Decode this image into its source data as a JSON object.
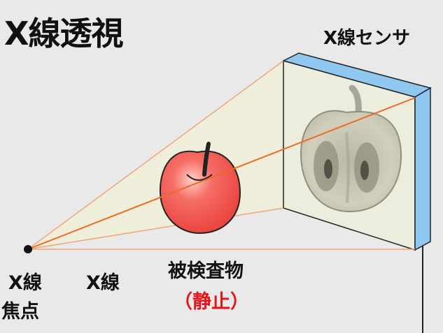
{
  "title": "X線透視",
  "sensor_label": "X線センサ",
  "focal_label_line1": "X線",
  "focal_label_line2": "焦点",
  "xray_label": "X線",
  "object_label": "被検査物",
  "object_sub_label": "（静止）",
  "colors": {
    "background": "#e9e9e9",
    "beam_fill": "#efeeda",
    "beam_line": "#f0a57a",
    "central_ray": "#ee6a24",
    "sensor_face": "#ededde",
    "sensor_top": "#8ec7ef",
    "sensor_side": "#8ec7ef",
    "apple_red": "#f04a45",
    "xray_image": "#cfcfb8",
    "text": "#111111",
    "accent_text": "#e8141a"
  },
  "icons": [
    "focal-point",
    "apple",
    "apple-xray-image"
  ]
}
